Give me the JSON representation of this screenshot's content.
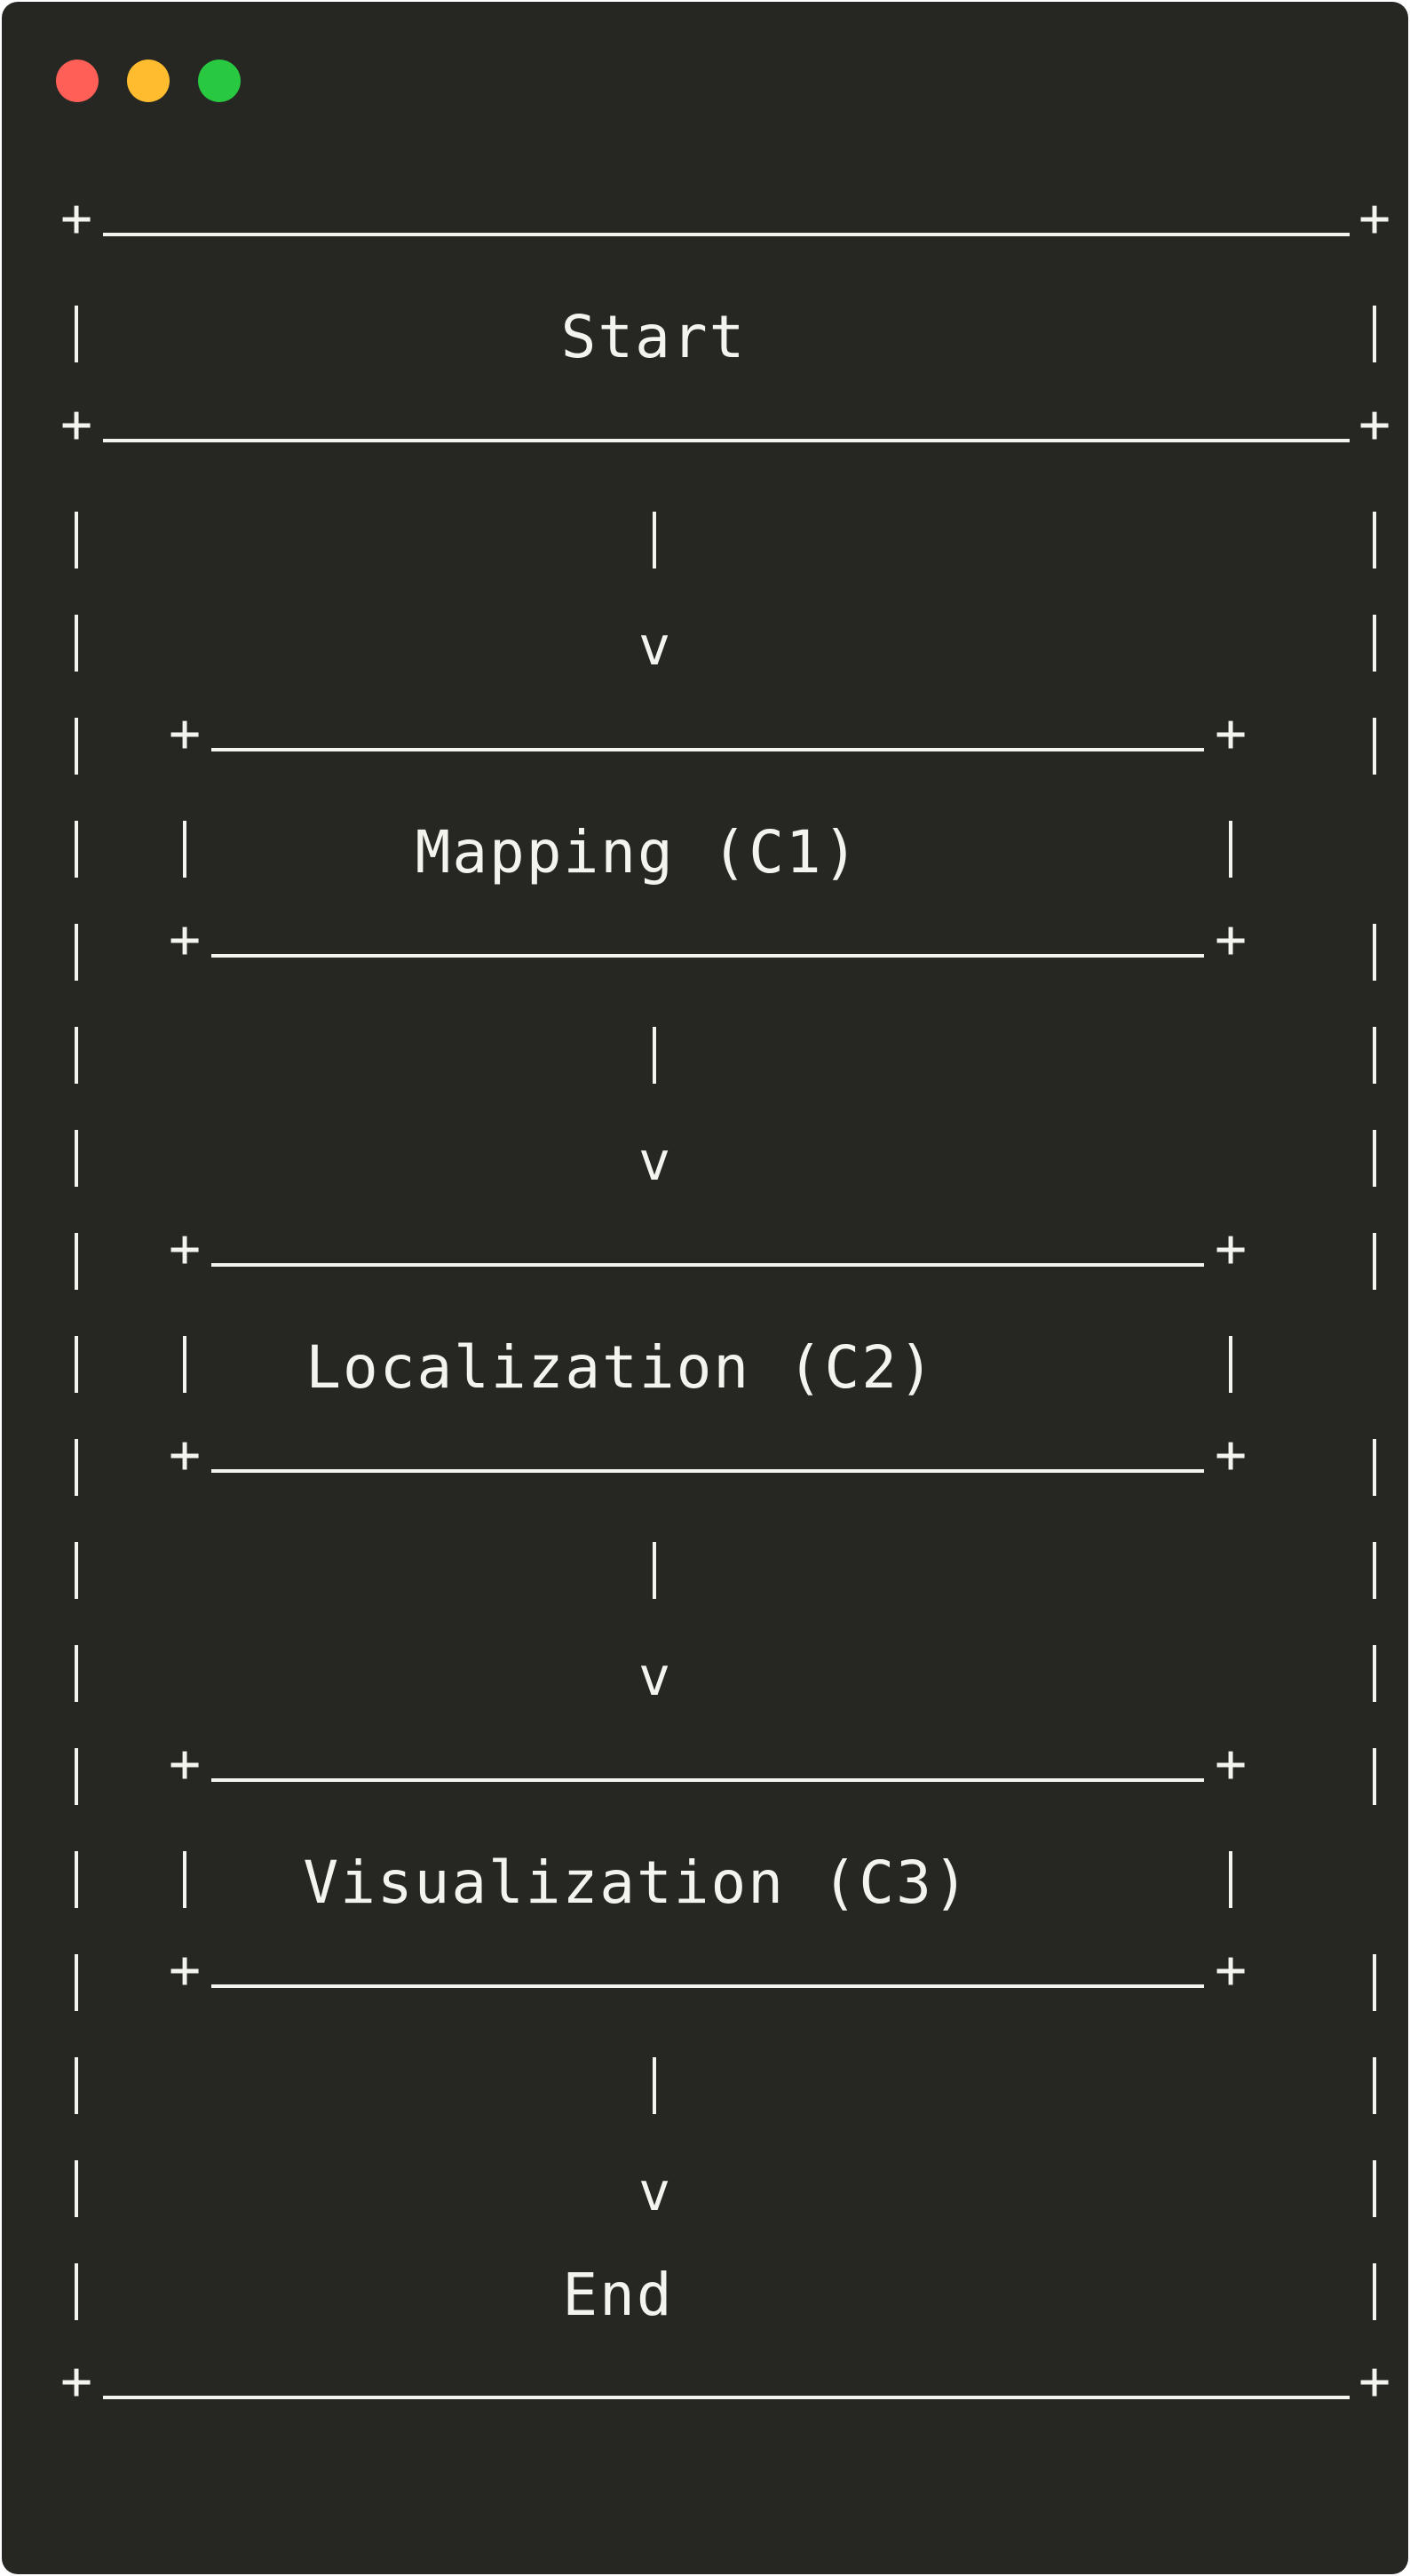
{
  "window": {
    "controls": [
      "close",
      "minimize",
      "zoom"
    ],
    "colors": {
      "background": "#262622",
      "text": "#f4f4ee",
      "close": "#ff5f57",
      "minimize": "#febc2e",
      "zoom": "#28c840"
    }
  },
  "diagram": {
    "start_label": "Start",
    "steps": [
      {
        "label": "Mapping (C1)"
      },
      {
        "label": "Localization (C2)"
      },
      {
        "label": "Visualization (C3)"
      }
    ],
    "end_label": "End",
    "arrow_head": "v",
    "corner": "+",
    "vertical": "|"
  }
}
